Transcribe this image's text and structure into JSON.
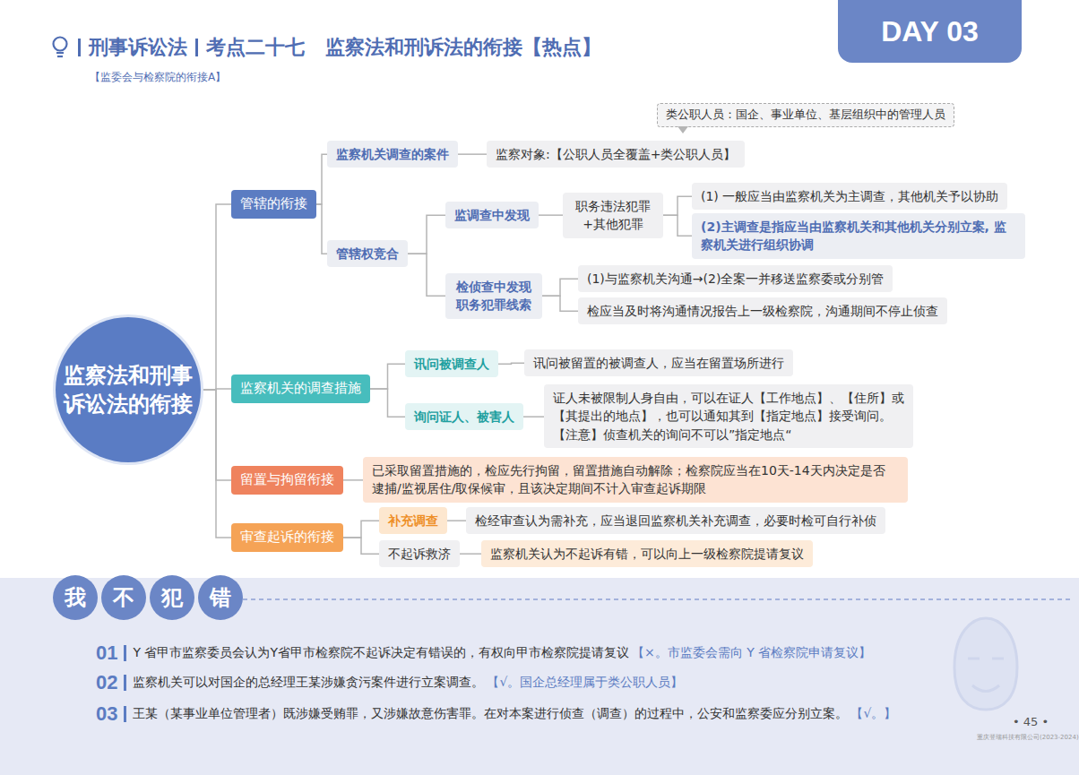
{
  "diagram": {
    "title": "监察法和刑诉法的衔接【热点】",
    "nodes": [
      {
        "text": [
          "DAY 03"
        ]
      },
      {
        "text": [
          "监察法和刑事 诉讼法的衔接"
        ]
      },
      {
        "text": [
          "管辖的衔接"
        ]
      },
      {
        "text": [
          "监察机关调查的案件"
        ]
      },
      {
        "text": [
          "监察对象:【公职人员全覆盖+类公职人员】"
        ]
      },
      {
        "text": [
          "类公职人员：国企、事业单位、基层组织中的管理人员"
        ]
      },
      {
        "text": [
          "管辖权竞合"
        ]
      },
      {
        "text": [
          "监调查中发现"
        ]
      },
      {
        "text": [
          "职务违法犯罪 +其他犯罪"
        ]
      },
      {
        "text": [
          "(1) 一般应当由监察机关为主调查，其他机关予以协助"
        ]
      },
      {
        "text": [
          "(2)主调查是指应当由监察机关和其他机关分别立案, 监察机关进行组织协调"
        ]
      },
      {
        "text": [
          "检侦查中发现 职务犯罪线索"
        ]
      },
      {
        "text": [
          "(1)与监察机关沟通→(2)全案一并移送监察委或分别管"
        ]
      },
      {
        "text": [
          "检应当及时将沟通情况报告上一级检察院，沟通期间不停止侦查"
        ]
      },
      {
        "text": [
          "监察机关的调查措施"
        ]
      },
      {
        "text": [
          "讯问被调查人"
        ]
      },
      {
        "text": [
          "讯问被留置的被调查人，应当在留置场所进行"
        ]
      },
      {
        "text": [
          "询问证人、被害人"
        ]
      },
      {
        "text": [
          "证人未被限制人身自由，可以在证人【工作地点】、【住所】或 【其提出的地点】，也可以通知其到【指定地点】接受询问。 【注意】侦查机关的询问不可以”指定地点“"
        ]
      },
      {
        "text": [
          "留置与拘留衔接"
        ]
      },
      {
        "text": [
          "已采取留置措施的，检应先行拘留，留置措施自动解除；检察院应当在10天-14天内决定是否 逮捕/监视居住/取保候审，且该决定期间不计入审查起诉期限"
        ]
      },
      {
        "text": [
          "审查起诉的衔接"
        ]
      },
      {
        "text": [
          "补充调查"
        ]
      },
      {
        "text": [
          "检经审查认为需补充，应当退回监察机关补充调查，必要时检可自行补侦"
        ]
      },
      {
        "text": [
          "不起诉救济"
        ]
      },
      {
        "text": [
          "监察机关认为不起诉有错，可以向上一级检察院提请复议"
        ]
      },
      {
        "text": [
          "我"
        ]
      },
      {
        "text": [
          "不"
        ]
      },
      {
        "text": [
          "犯"
        ]
      },
      {
        "text": [
          "错"
        ]
      }
    ],
    "edges": [
      {
        "from": 1,
        "to": 2,
        "arrow": "none"
      },
      {
        "from": 1,
        "to": 14,
        "arrow": "none"
      },
      {
        "from": 1,
        "to": 19,
        "arrow": "none"
      },
      {
        "from": 1,
        "to": 21,
        "arrow": "none"
      },
      {
        "from": 2,
        "to": 3,
        "arrow": "none"
      },
      {
        "from": 2,
        "to": 6,
        "arrow": "none"
      },
      {
        "from": 3,
        "to": 4,
        "arrow": "none"
      },
      {
        "from": 6,
        "to": 7,
        "arrow": "none"
      },
      {
        "from": 6,
        "to": 11,
        "arrow": "none"
      },
      {
        "from": 7,
        "to": 8,
        "arrow": "none"
      },
      {
        "from": 8,
        "to": 9,
        "arrow": "none"
      },
      {
        "from": 8,
        "to": 10,
        "arrow": "none"
      },
      {
        "from": 11,
        "to": 12,
        "arrow": "none"
      },
      {
        "from": 11,
        "to": 13,
        "arrow": "none"
      },
      {
        "from": 14,
        "to": 15,
        "arrow": "none"
      },
      {
        "from": 14,
        "to": 17,
        "arrow": "none"
      },
      {
        "from": 15,
        "to": 16,
        "arrow": "none"
      },
      {
        "from": 17,
        "to": 18,
        "arrow": "none"
      },
      {
        "from": 19,
        "to": 20,
        "arrow": "none"
      },
      {
        "from": 21,
        "to": 22,
        "arrow": "none"
      },
      {
        "from": 21,
        "to": 24,
        "arrow": "none"
      },
      {
        "from": 22,
        "to": 23,
        "arrow": "none"
      },
      {
        "from": 24,
        "to": 25,
        "arrow": "none"
      }
    ],
    "labels": [
      "刑事诉讼法",
      "考点二十七",
      "【监委会与检察院的衔接A】",
      "01",
      "Y 省甲市监察委员会认为Y省甲市检察院不起诉决定有错误的，有权向甲市检察院提请复议",
      "【×。市监委会需向 Y 省检察院申请复议】",
      "02",
      "监察机关可以对国企的总经理王某涉嫌贪污案件进行立案调查。",
      "【√。国企总经理属于类公职人员】",
      "03",
      "王某（某事业单位管理者）既涉嫌受贿罪，又涉嫌故意伤害罪。在对本案进行侦查（调查）的过程中，公安和监察委应分别立案。",
      "【√。】",
      "• 45 •",
      "重庆登瑞科技有限公司(2023-2024)"
    ]
  }
}
